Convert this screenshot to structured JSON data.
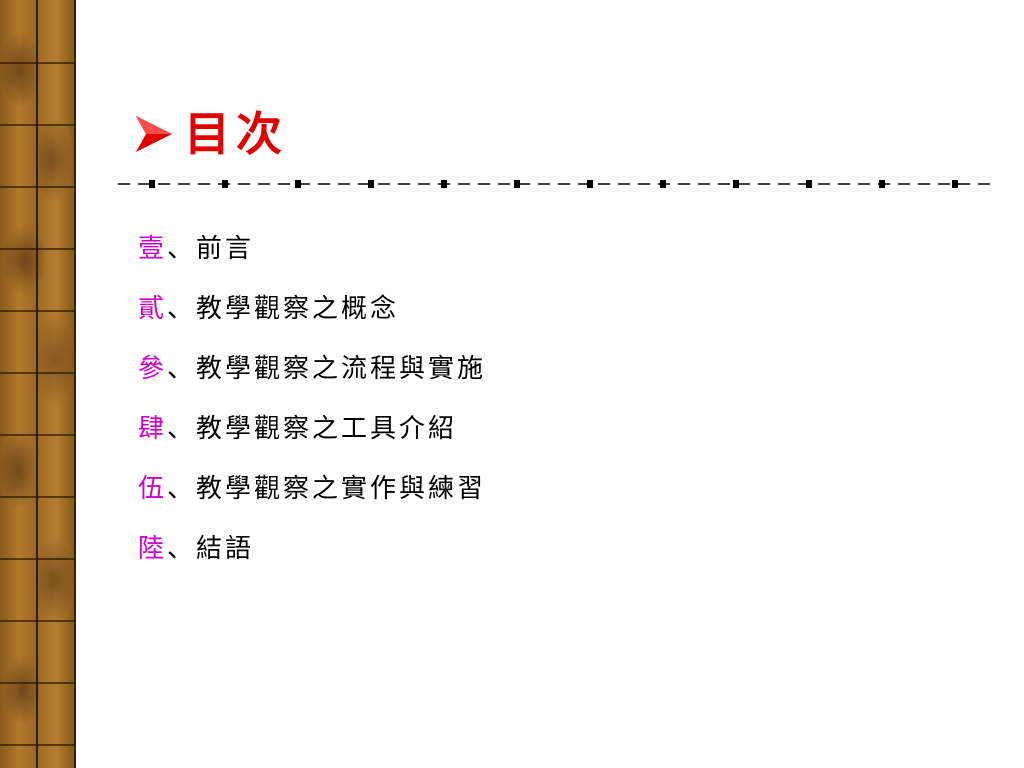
{
  "title": "目次",
  "colors": {
    "title": "#e00000",
    "numeral": "#cc00cc",
    "text": "#000000",
    "strip": "#9a6824"
  },
  "icons": {
    "title_bullet": "arrow-bullet-icon",
    "separator": "dotted-rule-icon",
    "strip": "bamboo-leaf-decoration"
  },
  "toc": {
    "separator_mark": "、",
    "items": [
      {
        "numeral": "壹",
        "label": "前言"
      },
      {
        "numeral": "貳",
        "label": "教學觀察之概念"
      },
      {
        "numeral": "參",
        "label": "教學觀察之流程與實施"
      },
      {
        "numeral": "肆",
        "label": "教學觀察之工具介紹"
      },
      {
        "numeral": "伍",
        "label": "教學觀察之實作與練習"
      },
      {
        "numeral": "陸",
        "label": "結語"
      }
    ]
  }
}
